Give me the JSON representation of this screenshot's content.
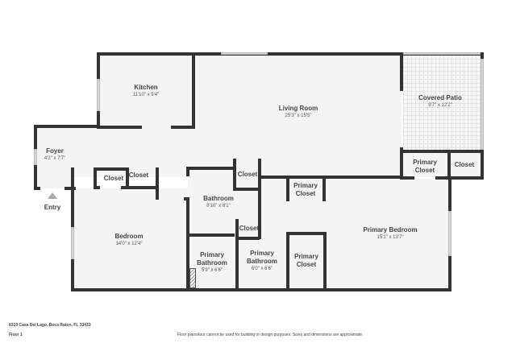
{
  "floor_plan": {
    "floor_label": "Floor 1",
    "address": "8310 Casa Del Lago, Boca Raton, FL 33433",
    "disclaimer": "Floor plans/tour cannot be used for building or design purposes. Sizes and dimensions are approximate.",
    "entry_label": "Entry",
    "rooms": {
      "kitchen": {
        "name": "Kitchen",
        "dims": "11'10\" x 9'4\""
      },
      "living_room": {
        "name": "Living Room",
        "dims": "25'3\" x 15'5\""
      },
      "covered_patio": {
        "name": "Covered Patio",
        "dims": "9'7\" x 12'2\""
      },
      "foyer": {
        "name": "Foyer",
        "dims": "4'2\" x 7'7\""
      },
      "closet_hall_1": {
        "name": "Closet"
      },
      "closet_hall_2": {
        "name": "Closet"
      },
      "bedroom": {
        "name": "Bedroom",
        "dims": "14'0\" x 12'4\""
      },
      "bathroom": {
        "name": "Bathroom",
        "dims": "8'10\" x 8'1\""
      },
      "closet_bath_top": {
        "name": "Closet"
      },
      "closet_bath_bottom": {
        "name": "Closet"
      },
      "primary_closet_center": {
        "name": "Primary\nCloset",
        "line1": "Primary",
        "line2": "Closet"
      },
      "primary_closet_patio": {
        "line1": "Primary",
        "line2": "Closet"
      },
      "closet_patio": {
        "name": "Closet"
      },
      "primary_bedroom": {
        "name": "Primary Bedroom",
        "dims": "15'1\" x 13'7\""
      },
      "primary_bathroom_1": {
        "line1": "Primary",
        "line2": "Bathroom",
        "dims": "5'9\" x 6'6\""
      },
      "primary_bathroom_2": {
        "line1": "Primary",
        "line2": "Bathroom",
        "dims": "6'0\" x 6'6\""
      },
      "primary_closet_bottom": {
        "line1": "Primary",
        "line2": "Closet"
      }
    },
    "colors": {
      "wall": "#333333",
      "floor": "#f4f4f4",
      "window": "#d6d6d6",
      "entry_arrow": "#aaaaaa"
    }
  }
}
